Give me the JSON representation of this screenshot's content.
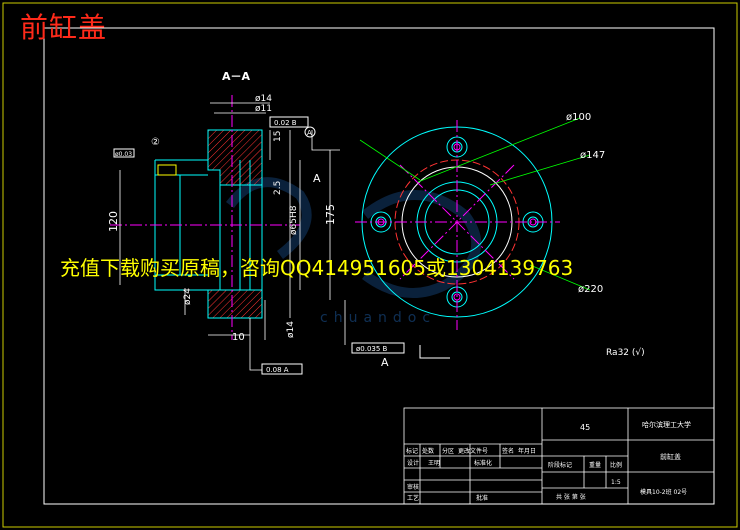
{
  "drawing": {
    "overlay_title": "前缸盖",
    "promo_text": "充值下载购买原稿，咨询QQ414951605或1304139763",
    "section_label": "A－A",
    "view_marker": "A",
    "watermark": "chuandoc",
    "roughness": "Ra32 (√)",
    "dims": {
      "d14_top": "ø14",
      "d11_top": "ø11",
      "flat": "0.02 B",
      "d15": "15",
      "d120": "120",
      "d25": "2.5",
      "d175": "175",
      "d65": "ø65H8",
      "d24": "ø24",
      "d10": "10",
      "d14_bot": "ø14",
      "perp_bot": "0.08 A",
      "runout": "ø0.035 B",
      "circ100": "ø100",
      "circ147": "ø147",
      "circ220": "ø220",
      "tol_left": "ø0.03",
      "balloon1": "②"
    },
    "title_block": {
      "school": "哈尔滨理工大学",
      "part_name": "前缸盖",
      "material": "45",
      "scale": "1:5",
      "drawing_no": "模具10-2班 02号",
      "header_row": [
        "标记",
        "处数",
        "分区",
        "更改文件号",
        "签名",
        "年月日"
      ],
      "design": "设计",
      "designer": "王明",
      "std": "标准化",
      "stage_mark": "阶段标记",
      "weight": "重量",
      "ratio": "比例",
      "review": "审核",
      "process": "工艺",
      "approve": "批准",
      "sheets": "共 张 第 张"
    }
  }
}
